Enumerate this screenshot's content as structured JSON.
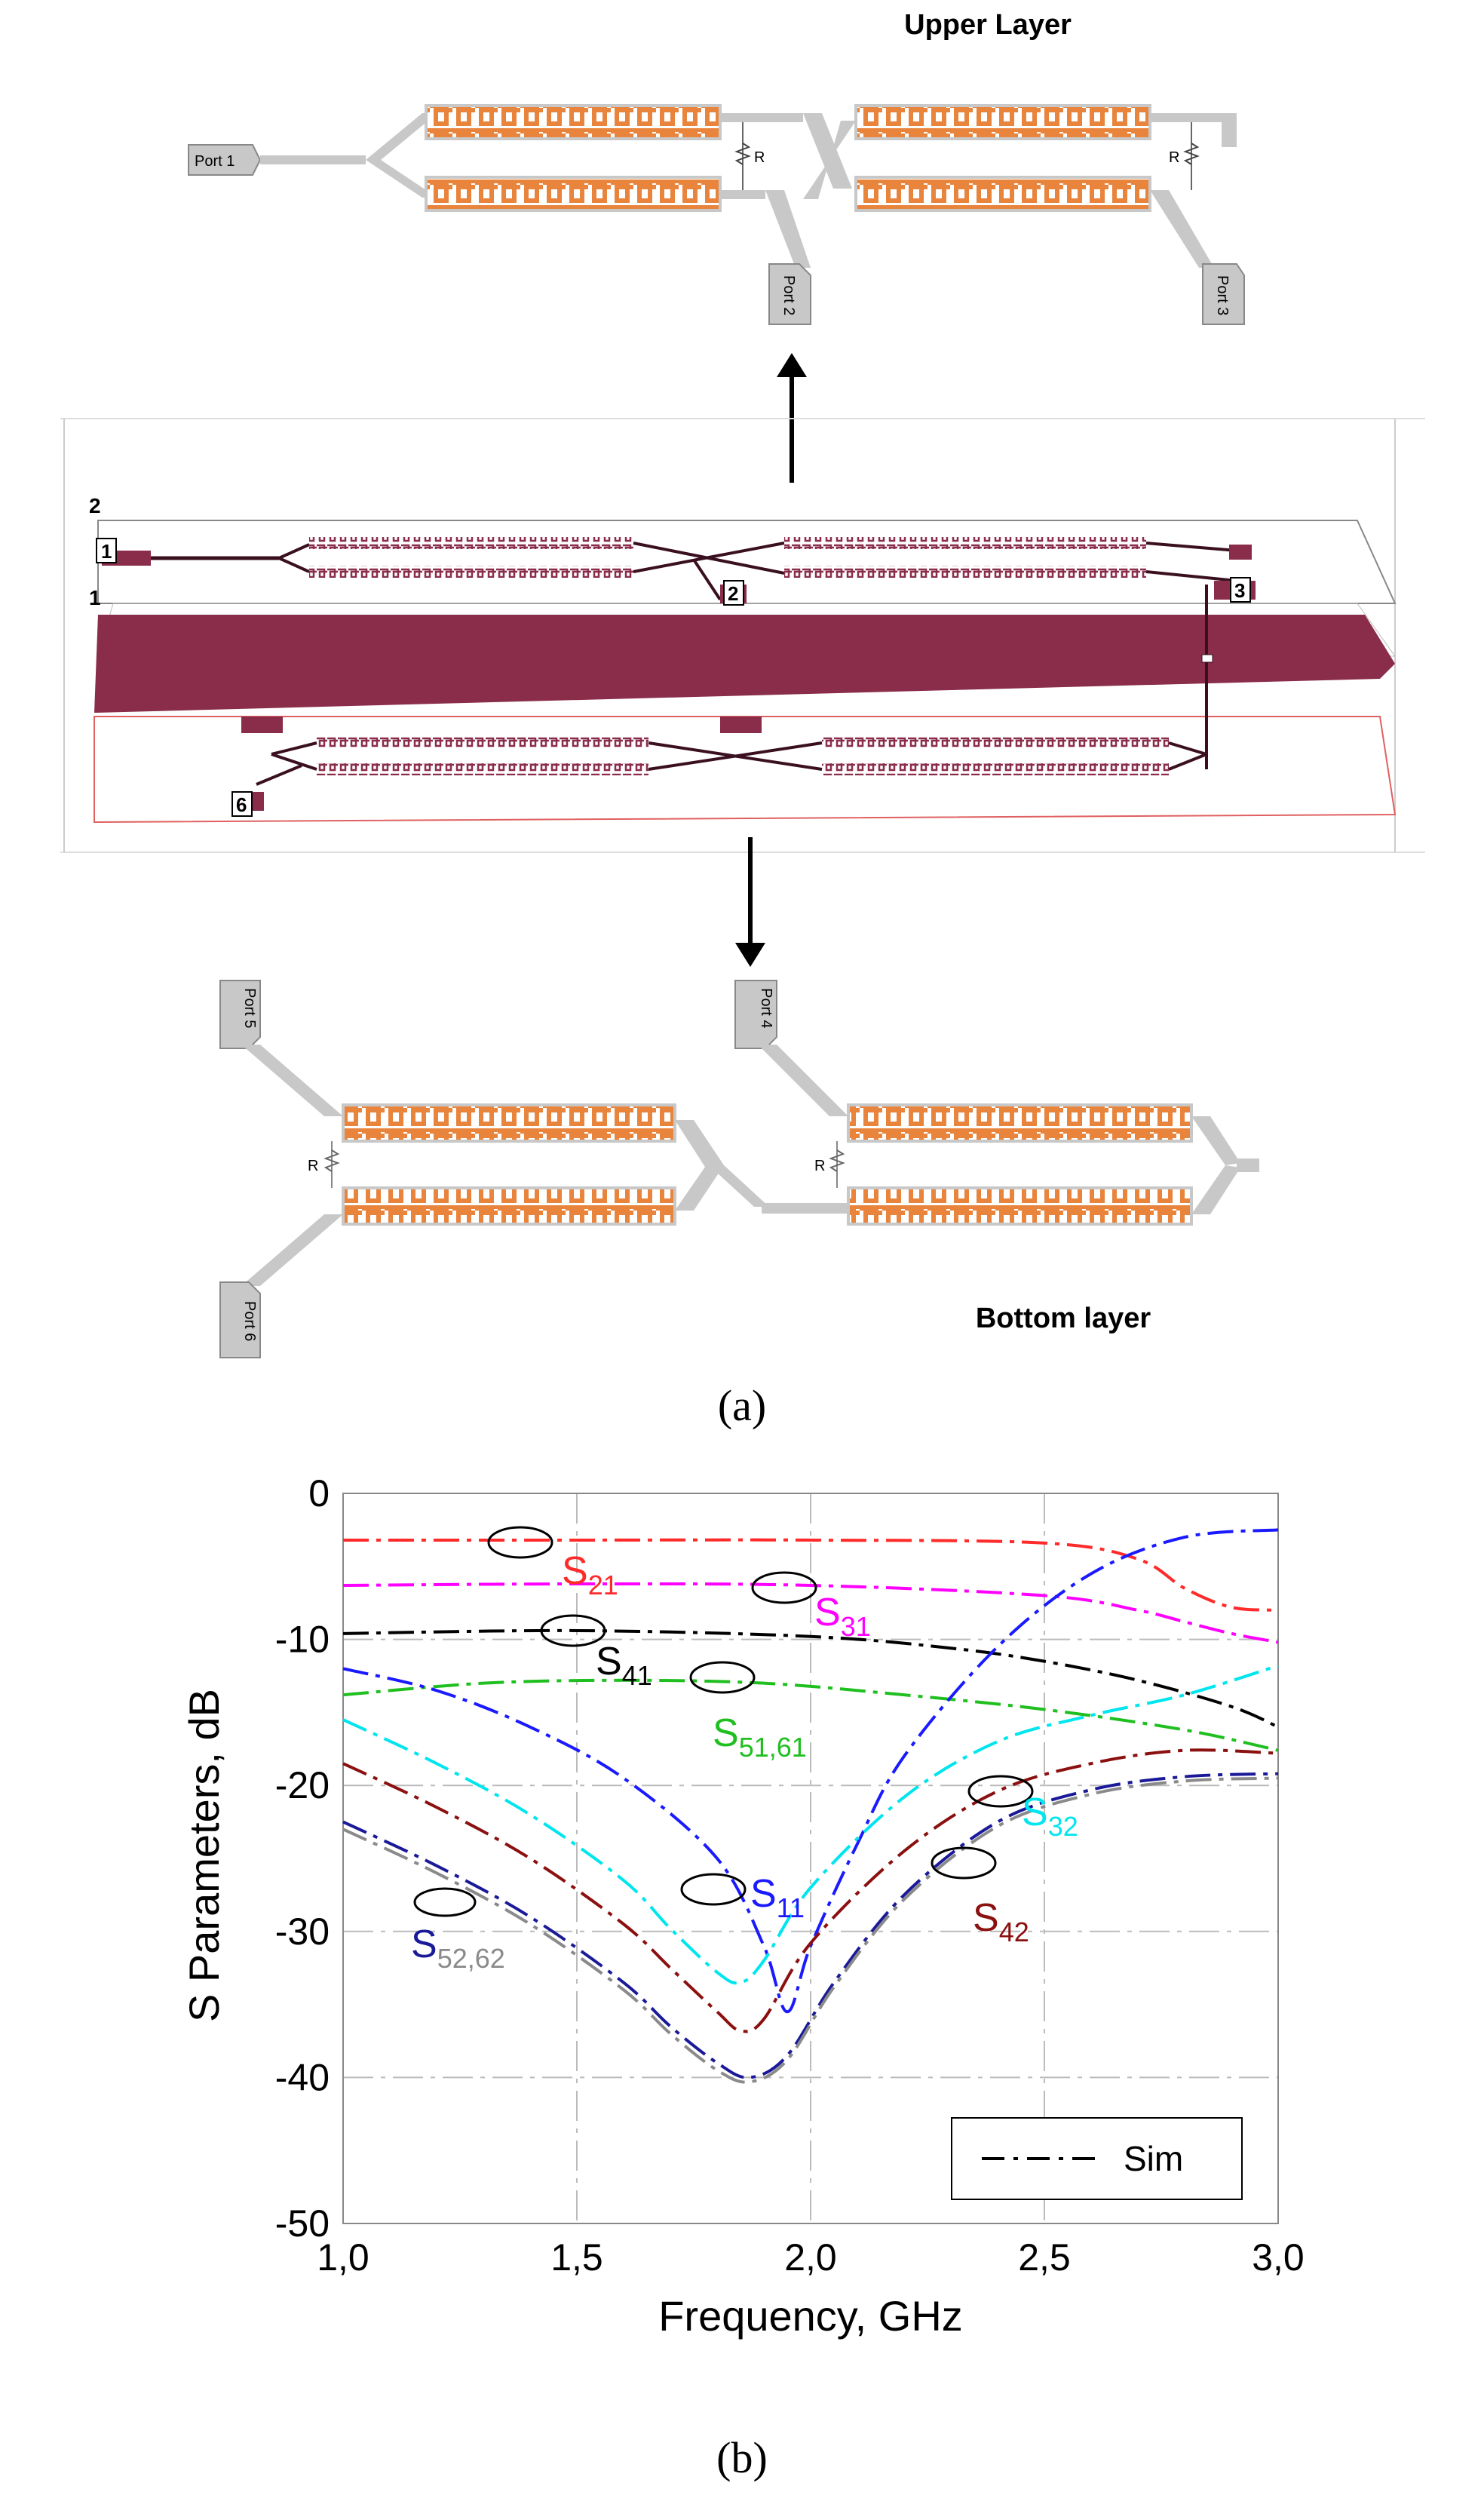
{
  "panel_a": {
    "label": "(a)",
    "upper_layer_title": "Upper Layer",
    "bottom_layer_title": "Bottom layer",
    "ports": {
      "p1": "Port 1",
      "p2": "Port 2",
      "p3": "Port 3",
      "p4": "Port 4",
      "p5": "Port 5",
      "p6": "Port 6"
    },
    "resistor": "R",
    "iso_labels": {
      "l1": "1",
      "l2": "2",
      "n1": "1",
      "n2": "2",
      "n3": "3",
      "n6": "6"
    },
    "colors": {
      "meander": "#e8843c",
      "trace": "#c8c8c8",
      "substrate": "#8a2d4a"
    }
  },
  "panel_b": {
    "label": "(b)",
    "chart_data": {
      "type": "line",
      "xlabel": "Frequency, GHz",
      "ylabel": "S Parameters, dB",
      "xlim": [
        1.0,
        3.0
      ],
      "ylim": [
        -50,
        0
      ],
      "xticks": [
        "1,0",
        "1,5",
        "2,0",
        "2,5",
        "3,0"
      ],
      "yticks": [
        "0",
        "-10",
        "-20",
        "-30",
        "-40",
        "-50"
      ],
      "grid": true,
      "legend": {
        "label": "Sim",
        "placement": "bottom-right"
      },
      "series": [
        {
          "name": "S21",
          "color": "#ff2a2a",
          "label_main": "S",
          "label_sub": "21",
          "x": [
            1.0,
            1.5,
            2.0,
            2.5,
            2.7,
            2.8,
            2.9,
            3.0
          ],
          "y": [
            -3.2,
            -3.2,
            -3.2,
            -3.4,
            -4.5,
            -6.5,
            -7.8,
            -8.0
          ]
        },
        {
          "name": "S31",
          "color": "#ff00ff",
          "label_main": "S",
          "label_sub": "31",
          "x": [
            1.0,
            1.5,
            2.0,
            2.5,
            2.7,
            2.8,
            2.9,
            3.0
          ],
          "y": [
            -6.3,
            -6.2,
            -6.3,
            -7.0,
            -8.0,
            -8.8,
            -9.6,
            -10.2
          ]
        },
        {
          "name": "S41",
          "color": "#000000",
          "label_main": "S",
          "label_sub": "41",
          "x": [
            1.0,
            1.5,
            2.0,
            2.3,
            2.5,
            2.7,
            2.9,
            3.0
          ],
          "y": [
            -9.6,
            -9.4,
            -9.8,
            -10.6,
            -11.5,
            -12.8,
            -14.6,
            -16.0
          ]
        },
        {
          "name": "S51,61",
          "color": "#1fbf1f",
          "label_main": "S",
          "label_sub": "51,61",
          "x": [
            1.0,
            1.3,
            1.6,
            1.9,
            2.2,
            2.5,
            2.8,
            3.0
          ],
          "y": [
            -13.8,
            -13.0,
            -12.8,
            -13.0,
            -13.8,
            -14.8,
            -16.2,
            -17.6
          ]
        },
        {
          "name": "S11",
          "color": "#1a1aff",
          "label_main": "S",
          "label_sub": "11",
          "x": [
            1.0,
            1.2,
            1.4,
            1.6,
            1.8,
            1.9,
            1.95,
            2.0,
            2.1,
            2.2,
            2.4,
            2.6,
            2.8,
            3.0
          ],
          "y": [
            -12.0,
            -13.5,
            -16.0,
            -19.5,
            -25.0,
            -31.0,
            -35.5,
            -31.0,
            -24.0,
            -18.0,
            -10.5,
            -5.5,
            -3.0,
            -2.5
          ]
        },
        {
          "name": "S32",
          "color": "#00e5ee",
          "label_main": "S",
          "label_sub": "32",
          "x": [
            1.0,
            1.2,
            1.4,
            1.6,
            1.7,
            1.8,
            1.85,
            1.9,
            2.0,
            2.2,
            2.4,
            2.6,
            2.8,
            3.0
          ],
          "y": [
            -15.5,
            -18.5,
            -22.0,
            -26.5,
            -29.8,
            -32.8,
            -33.5,
            -32.0,
            -27.0,
            -20.8,
            -17.0,
            -15.2,
            -13.8,
            -11.8
          ]
        },
        {
          "name": "S42",
          "color": "#8b1010",
          "label_main": "S",
          "label_sub": "42",
          "x": [
            1.0,
            1.2,
            1.4,
            1.6,
            1.7,
            1.8,
            1.85,
            1.9,
            2.0,
            2.2,
            2.4,
            2.6,
            2.8,
            3.0
          ],
          "y": [
            -18.5,
            -21.5,
            -25.0,
            -29.5,
            -32.5,
            -35.5,
            -36.8,
            -36.0,
            -30.8,
            -24.5,
            -20.4,
            -18.5,
            -17.6,
            -17.8
          ]
        },
        {
          "name": "S52",
          "color": "#1a1a99",
          "label_main": "S",
          "label_sub": "52,62",
          "x": [
            1.0,
            1.2,
            1.4,
            1.6,
            1.7,
            1.8,
            1.87,
            1.95,
            2.05,
            2.2,
            2.4,
            2.6,
            2.8,
            3.0
          ],
          "y": [
            -22.5,
            -25.5,
            -29.0,
            -33.5,
            -36.5,
            -39.0,
            -40.0,
            -38.5,
            -33.5,
            -27.5,
            -22.5,
            -20.3,
            -19.4,
            -19.2
          ]
        },
        {
          "name": "S62",
          "color": "#8a8a8a",
          "label_main": "",
          "label_sub": "",
          "x": [
            1.0,
            1.2,
            1.4,
            1.6,
            1.7,
            1.8,
            1.87,
            1.95,
            2.05,
            2.2,
            2.4,
            2.6,
            2.8,
            3.0
          ],
          "y": [
            -23.0,
            -26.0,
            -29.5,
            -34.0,
            -37.0,
            -39.5,
            -40.3,
            -38.8,
            -33.8,
            -27.8,
            -22.8,
            -20.6,
            -19.7,
            -19.5
          ]
        }
      ]
    }
  }
}
